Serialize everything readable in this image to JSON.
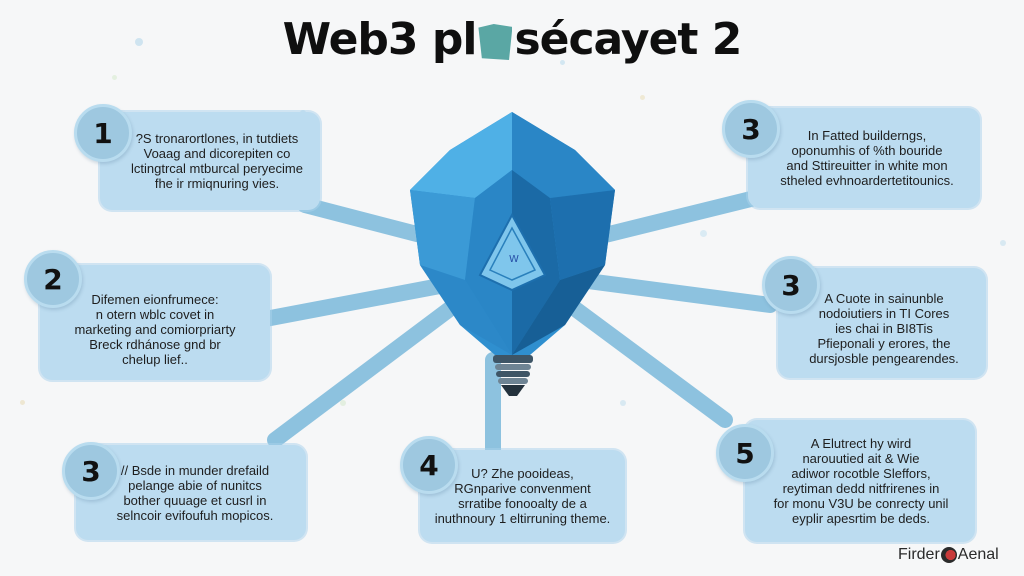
{
  "title": {
    "prefix": "Web3 pl",
    "suffix": "sécayet 2"
  },
  "colors": {
    "background": "#f6f7f8",
    "box_fill": "#bcdcf0",
    "badge_fill": "#9ec8e0",
    "connector": "#8dc2df",
    "bulb_main": "#2f8fcf",
    "bulb_dark": "#1b6aa6"
  },
  "center_icon": {
    "name": "crystal-lightbulb",
    "emblem_text": "W"
  },
  "callouts": [
    {
      "number": "1",
      "position": "top-left",
      "text": "?S tronarortlones, in tutdiets\nVoaag and dicorepiten co\nlctingtrcal mtburcal peryecime\nfhe ir rmiqnuring vies."
    },
    {
      "number": "3",
      "position": "top-right",
      "text": "In Fatted builderngs,\noponumhis of %th bouride\nand Sttireuitter in white mon\nstheled evhnoardertetitounics."
    },
    {
      "number": "2",
      "position": "middle-left",
      "text": "Difemen eionfrumece:\nn otern wblc covet in\nmarketing and comiorpriarty\nBreck rdhánose gnd br\nchelup lief.."
    },
    {
      "number": "3",
      "position": "middle-right",
      "text": "A Cuote in sainunble\nnodoiutiers in TI Cores\nies chai in BI8Tis\nPfieponali y erores, the\ndursjosble pengearendes."
    },
    {
      "number": "3",
      "position": "bottom-left",
      "text": "// Bsde in munder drefaild\npelange abie of nunitcs\nbother quuage et cusrl in\nselncoir evifoufuh mopicos."
    },
    {
      "number": "4",
      "position": "bottom-center",
      "text": "U? Zhe pooideas,\nRGnparive convenment\nsrratibe fonooalty de a\ninuthnoury 1 eltirruning theme."
    },
    {
      "number": "5",
      "position": "bottom-right",
      "text": "A Elutrect hy wird\nnarouutied ait & Wie\nadiwor rocotble Sleffors,\nreytiman dedd nitfrirenes in\nfor monu V3U be conrecty unil\neyplir apesrtim be deds."
    }
  ],
  "footer": {
    "brand_left": "Firder",
    "brand_right": "Aenal"
  }
}
